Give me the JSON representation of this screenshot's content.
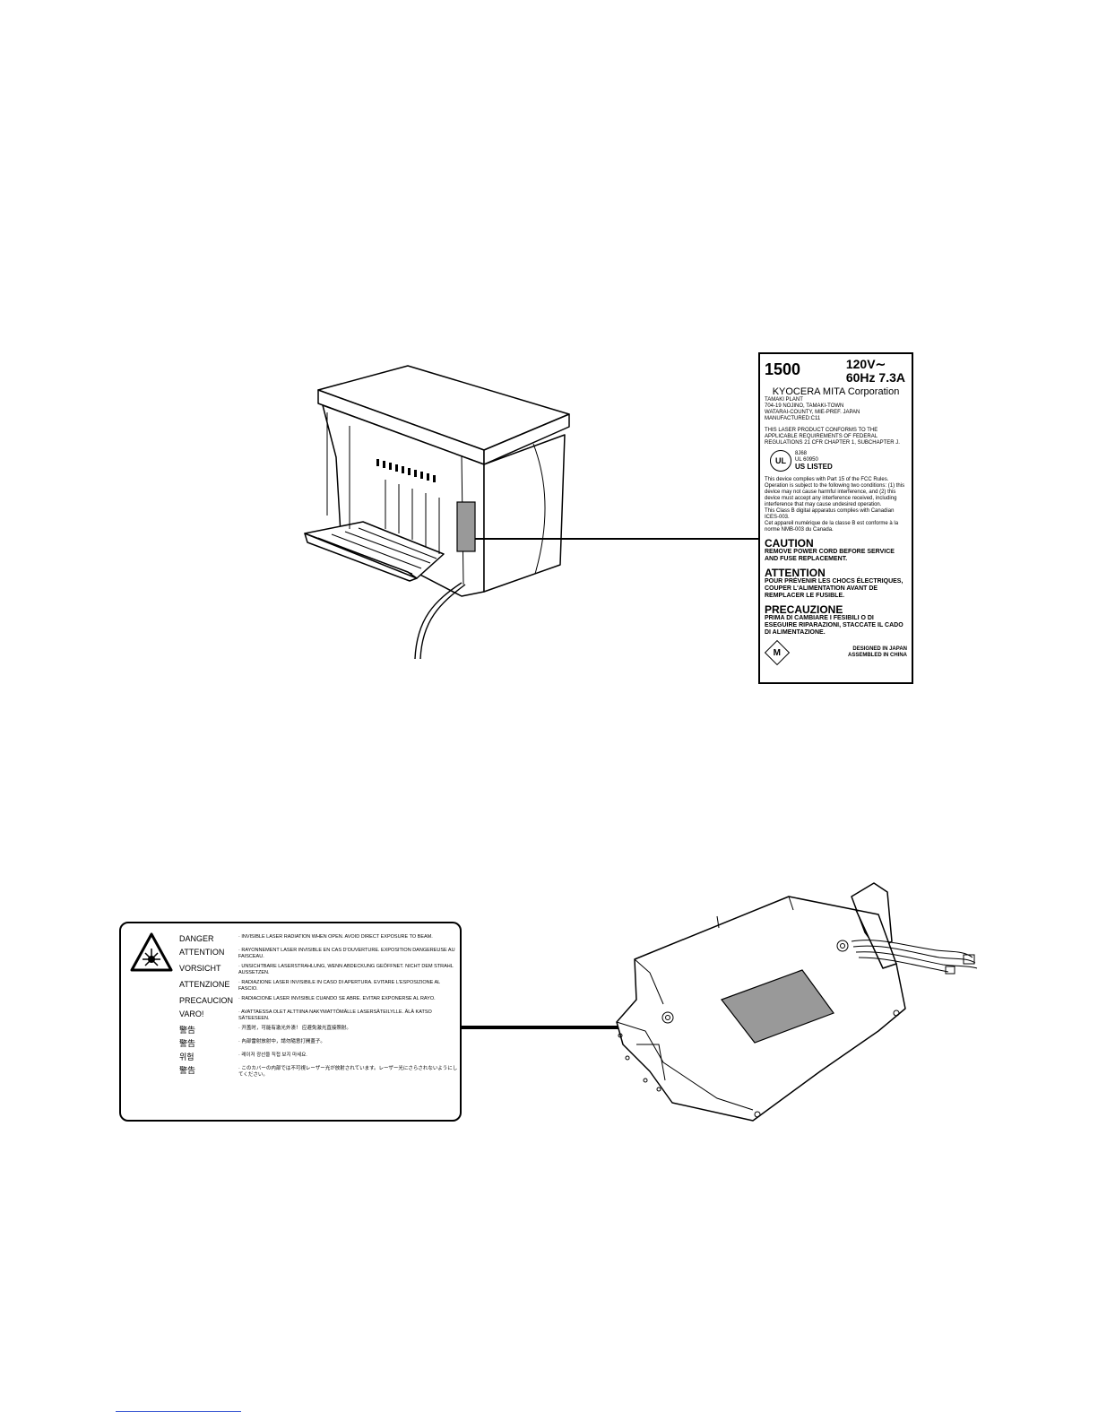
{
  "rating_label": {
    "model": "1500",
    "voltage": "120V∼",
    "frequency_current": "60Hz  7.3A",
    "company": "KYOCERA MITA Corporation",
    "plant_lines": [
      "TAMAKI PLANT",
      "704-19 NOJINO, TAMAKI-TOWN",
      "WATARAI-COUNTY, MIE-PREF. JAPAN",
      "MANUFACTURED:C11"
    ],
    "laser_conformity": "THIS LASER PRODUCT CONFORMS TO THE APPLICABLE REQUIREMENTS OF FEDERAL REGULATIONS 21 CFR CHAPTER 1, SUBCHAPTER J.",
    "ul_mark": "UL",
    "ul_code": "8J68",
    "ul_standard": "UL 60950",
    "ul_listed": "US LISTED",
    "fcc_text": "This device complies with Part 15 of the FCC Rules. Operation is subject to the following two conditions: (1) this device may not cause harmful interference, and (2) this device must accept any interference received, including interference that may cause undesired operation.",
    "canada_text": "This Class B digital apparatus complies with Canadian ICES-003.",
    "canada_text_fr": "Cet appareil numérique de la classe B est conforme à la norme NMB-003 du Canada.",
    "caution_heading": "CAUTION",
    "caution_text": "REMOVE POWER CORD BEFORE SERVICE AND FUSE REPLACEMENT.",
    "attention_heading": "ATTENTION",
    "attention_text": "POUR PRÉVENIR LES CHOCS ÉLECTRIQUES, COUPER L'ALIMENTATION AVANT DE REMPLACER LE FUSIBLE.",
    "precauzione_heading": "PRECAUZIONE",
    "precauzione_text": "PRIMA DI CAMBIARE I FESIBILI O DI ESEGUIRE RIPARAZIONI, STACCATE IL CADO  DI ALIMENTAZIONE.",
    "mark_letter": "M",
    "designed": "DESIGNED IN JAPAN",
    "assembled": "ASSEMBLED IN CHINA"
  },
  "laser_label": {
    "rows": [
      {
        "key": "DANGER",
        "text": "· INVISIBLE LASER RADIATION WHEN OPEN. AVOID DIRECT EXPOSURE TO BEAM."
      },
      {
        "key": "ATTENTION",
        "text": "· RAYONNEMENT LASER INVISIBLE EN CAS D'OUVERTURE. EXPOSITION DANGEREUSE AU FAISCEAU."
      },
      {
        "key": "VORSICHT",
        "text": "· UNSICHTBARE LASERSTRAHLUNG, WENN ABDECKUNG GEÖFFNET. NICHT DEM STRAHL AUSSETZEN."
      },
      {
        "key": "ATTENZIONE",
        "text": "· RADIAZIONE LASER INVISIBILE IN CASO DI APERTURA. EVITARE L'ESPOSIZIONE AL FASCIO."
      },
      {
        "key": "PRECAUCION",
        "text": "· RADIACIONE LASER INVISIBLE CUANDO SE ABRE. EVITAR EXPONERSE AL RAYO."
      },
      {
        "key": "VARO!",
        "text": "· AVATTAESSA OLET ALTTIINA NAKYMATTÖMÄLLE LASERSÄTEILYLLE. ÄLÄ KATSO SÄTEESEEN."
      },
      {
        "key": "警告",
        "text": "· 开盖时，可能有激光外溃！ 应避免激光直接照射。"
      },
      {
        "key": "警告",
        "text": "· 內部雷射放射中，請勿隨意打開蓋子。"
      },
      {
        "key": "위험",
        "text": "· 레이저 광선을 직접 보지 마세요."
      },
      {
        "key": "警告",
        "text": "· このカバーの内部では不可視レーザー光が放射されています。レーザー光にさらされないようにしてください。"
      }
    ]
  }
}
